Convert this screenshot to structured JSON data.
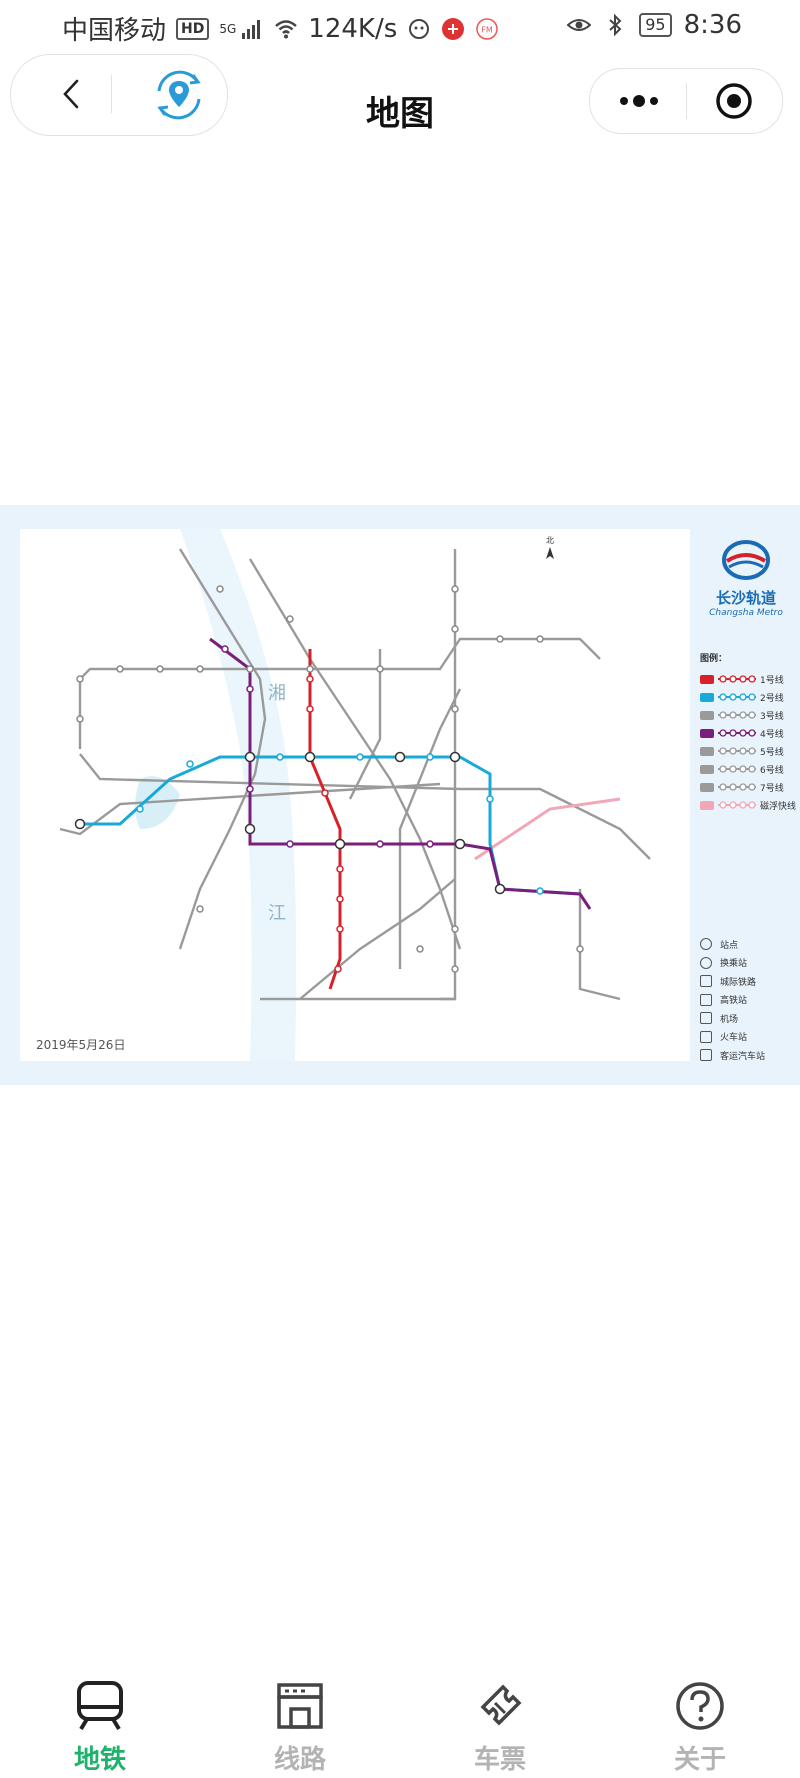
{
  "status_bar": {
    "carrier": "中国移动",
    "hd_badge": "HD",
    "network": "5G",
    "speed": "124K/s",
    "battery": "95",
    "time": "8:36"
  },
  "header": {
    "title": "地图"
  },
  "map": {
    "date": "2019年5月26日",
    "logo_cn": "长沙轨道",
    "logo_en": "Changsha Metro",
    "legend_title": "图例：",
    "lines": [
      {
        "label": "1号线",
        "chip": "1",
        "color": "#d6212a"
      },
      {
        "label": "2号线",
        "chip": "2",
        "color": "#19a9d8"
      },
      {
        "label": "3号线",
        "chip": "3",
        "color": "#9a9a9a"
      },
      {
        "label": "4号线",
        "chip": "4",
        "color": "#7a1e7e"
      },
      {
        "label": "5号线",
        "chip": "5",
        "color": "#9a9a9a"
      },
      {
        "label": "6号线",
        "chip": "6",
        "color": "#9a9a9a"
      },
      {
        "label": "7号线",
        "chip": "7",
        "color": "#9a9a9a"
      },
      {
        "label": "磁浮快线",
        "chip": "",
        "color": "#f2a6b8"
      }
    ],
    "symbols": [
      "站点",
      "换乘站",
      "城际铁路",
      "高铁站",
      "机场",
      "火车站",
      "客运汽车站"
    ],
    "labels": {
      "xiang": "湘",
      "jiang": "江",
      "north": "北"
    }
  },
  "tabs": [
    {
      "label": "地铁",
      "icon": "subway-icon",
      "active": true
    },
    {
      "label": "线路",
      "icon": "station-icon",
      "active": false
    },
    {
      "label": "车票",
      "icon": "ticket-icon",
      "active": false
    },
    {
      "label": "关于",
      "icon": "help-icon",
      "active": false
    }
  ],
  "colors": {
    "accent": "#1fb26a",
    "inactive": "#b3b3b3",
    "line1": "#d6212a",
    "line2": "#19a9d8",
    "line4": "#7a1e7e",
    "maglev": "#f2a6b8"
  }
}
